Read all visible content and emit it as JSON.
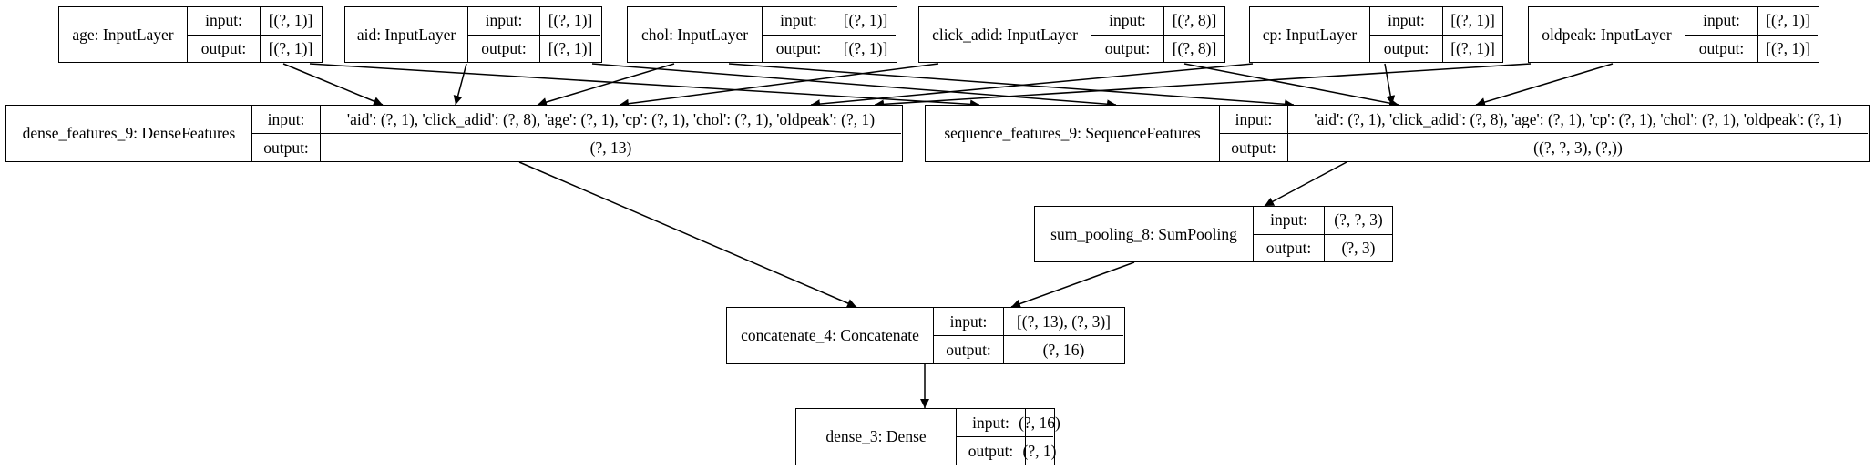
{
  "labels": {
    "input": "input:",
    "output": "output:"
  },
  "nodes": {
    "age": {
      "name": "age: InputLayer",
      "input": "[(?, 1)]",
      "output": "[(?, 1)]"
    },
    "aid": {
      "name": "aid: InputLayer",
      "input": "[(?, 1)]",
      "output": "[(?, 1)]"
    },
    "chol": {
      "name": "chol: InputLayer",
      "input": "[(?, 1)]",
      "output": "[(?, 1)]"
    },
    "click_adid": {
      "name": "click_adid: InputLayer",
      "input": "[(?, 8)]",
      "output": "[(?, 8)]"
    },
    "cp": {
      "name": "cp: InputLayer",
      "input": "[(?, 1)]",
      "output": "[(?, 1)]"
    },
    "oldpeak": {
      "name": "oldpeak: InputLayer",
      "input": "[(?, 1)]",
      "output": "[(?, 1)]"
    },
    "dense_features": {
      "name": "dense_features_9: DenseFeatures",
      "input": "'aid': (?, 1), 'click_adid': (?, 8), 'age': (?, 1), 'cp': (?, 1), 'chol': (?, 1), 'oldpeak': (?, 1)",
      "output": "(?, 13)"
    },
    "sequence_features": {
      "name": "sequence_features_9: SequenceFeatures",
      "input": "'aid': (?, 1), 'click_adid': (?, 8), 'age': (?, 1), 'cp': (?, 1), 'chol': (?, 1), 'oldpeak': (?, 1)",
      "output": "((?, ?, 3), (?,))"
    },
    "sum_pooling": {
      "name": "sum_pooling_8: SumPooling",
      "input": "(?, ?, 3)",
      "output": "(?, 3)"
    },
    "concatenate": {
      "name": "concatenate_4: Concatenate",
      "input": "[(?, 13), (?, 3)]",
      "output": "(?, 16)"
    },
    "dense": {
      "name": "dense_3: Dense",
      "input": "(?, 16)",
      "output": "(?, 1)"
    }
  },
  "edges": [
    {
      "from": "age",
      "to": "dense_features"
    },
    {
      "from": "age",
      "to": "sequence_features"
    },
    {
      "from": "aid",
      "to": "dense_features"
    },
    {
      "from": "aid",
      "to": "sequence_features"
    },
    {
      "from": "chol",
      "to": "dense_features"
    },
    {
      "from": "chol",
      "to": "sequence_features"
    },
    {
      "from": "click_adid",
      "to": "dense_features"
    },
    {
      "from": "click_adid",
      "to": "sequence_features"
    },
    {
      "from": "cp",
      "to": "dense_features"
    },
    {
      "from": "cp",
      "to": "sequence_features"
    },
    {
      "from": "oldpeak",
      "to": "dense_features"
    },
    {
      "from": "oldpeak",
      "to": "sequence_features"
    },
    {
      "from": "sequence_features",
      "to": "sum_pooling"
    },
    {
      "from": "dense_features",
      "to": "concatenate"
    },
    {
      "from": "sum_pooling",
      "to": "concatenate"
    },
    {
      "from": "concatenate",
      "to": "dense"
    }
  ]
}
